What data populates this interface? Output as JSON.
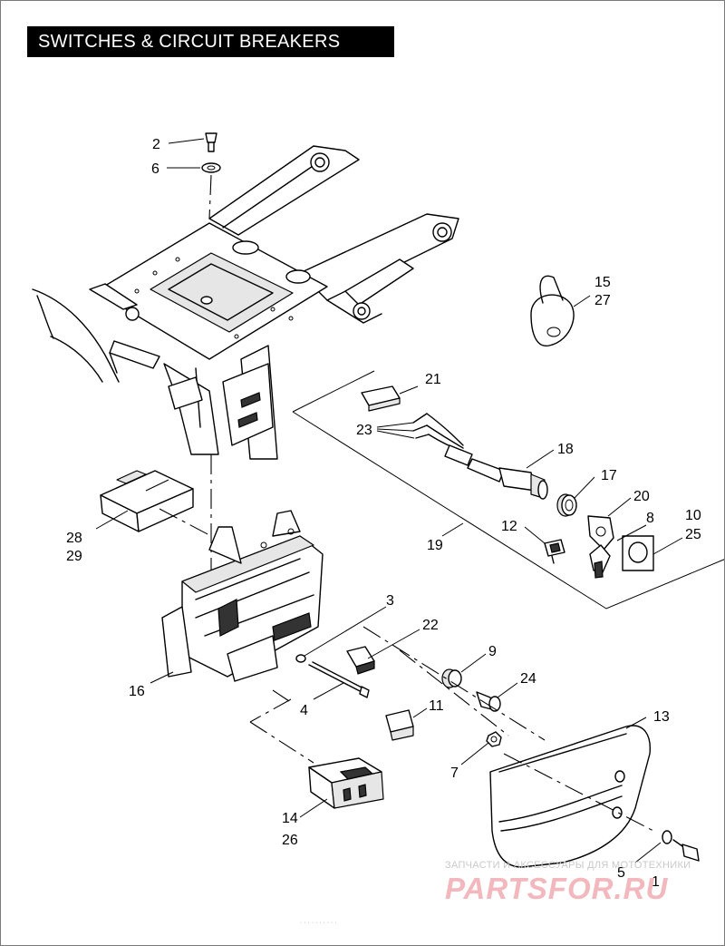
{
  "title": "SWITCHES & CIRCUIT BREAKERS",
  "callouts": {
    "c1": "1",
    "c2": "2",
    "c3": "3",
    "c4": "4",
    "c5": "5",
    "c6": "6",
    "c7": "7",
    "c8": "8",
    "c9": "9",
    "c10": "10",
    "c25": "25",
    "c11": "11",
    "c12": "12",
    "c13": "13",
    "c14": "14",
    "c26": "26",
    "c15": "15",
    "c27": "27",
    "c16": "16",
    "c17": "17",
    "c18": "18",
    "c19": "19",
    "c20": "20",
    "c21": "21",
    "c22": "22",
    "c23": "23",
    "c24": "24",
    "c28": "28",
    "c29": "29"
  },
  "watermark": {
    "caption": "ЗАПЧАСТИ И АКСЕССУАРЫ ДЛЯ МОТОТЕХНИКИ",
    "logo": "PARTSFOR.RU"
  },
  "footer_note": "· · · · ·   · · · · ·"
}
